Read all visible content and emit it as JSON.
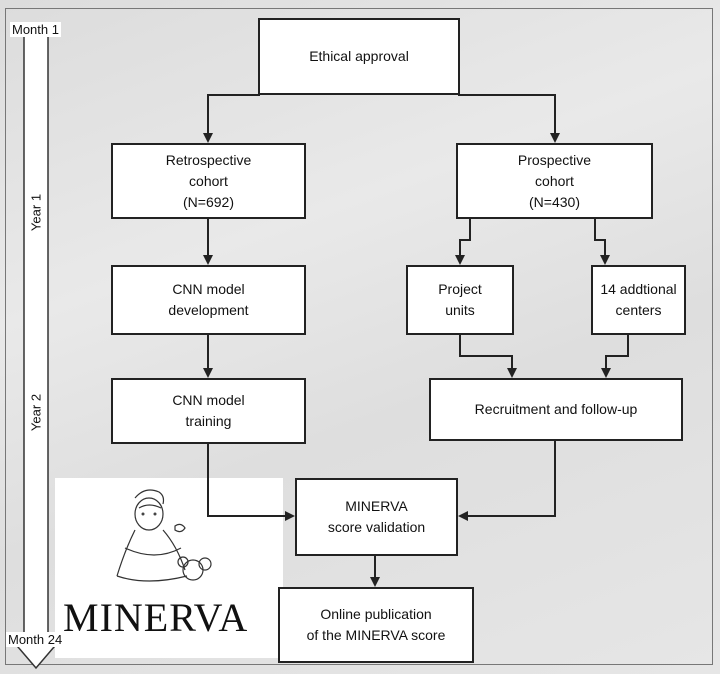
{
  "timeline": {
    "start_label": "Month 1",
    "year1_label": "Year 1",
    "year2_label": "Year 2",
    "end_label": "Month 24"
  },
  "boxes": {
    "ethical": "Ethical approval",
    "retro": "Retrospective\ncohort\n(N=692)",
    "prosp": "Prospective\ncohort\n(N=430)",
    "cnn_dev": "CNN model\ndevelopment",
    "project_units": "Project\nunits",
    "centers": "14 addtional\ncenters",
    "cnn_train": "CNN model\ntraining",
    "recruit": "Recruitment and follow-up",
    "validation": "MINERVA\nscore validation",
    "publication": "Online publication\nof the MINERVA score"
  },
  "logo": {
    "text": "MINERVA"
  }
}
